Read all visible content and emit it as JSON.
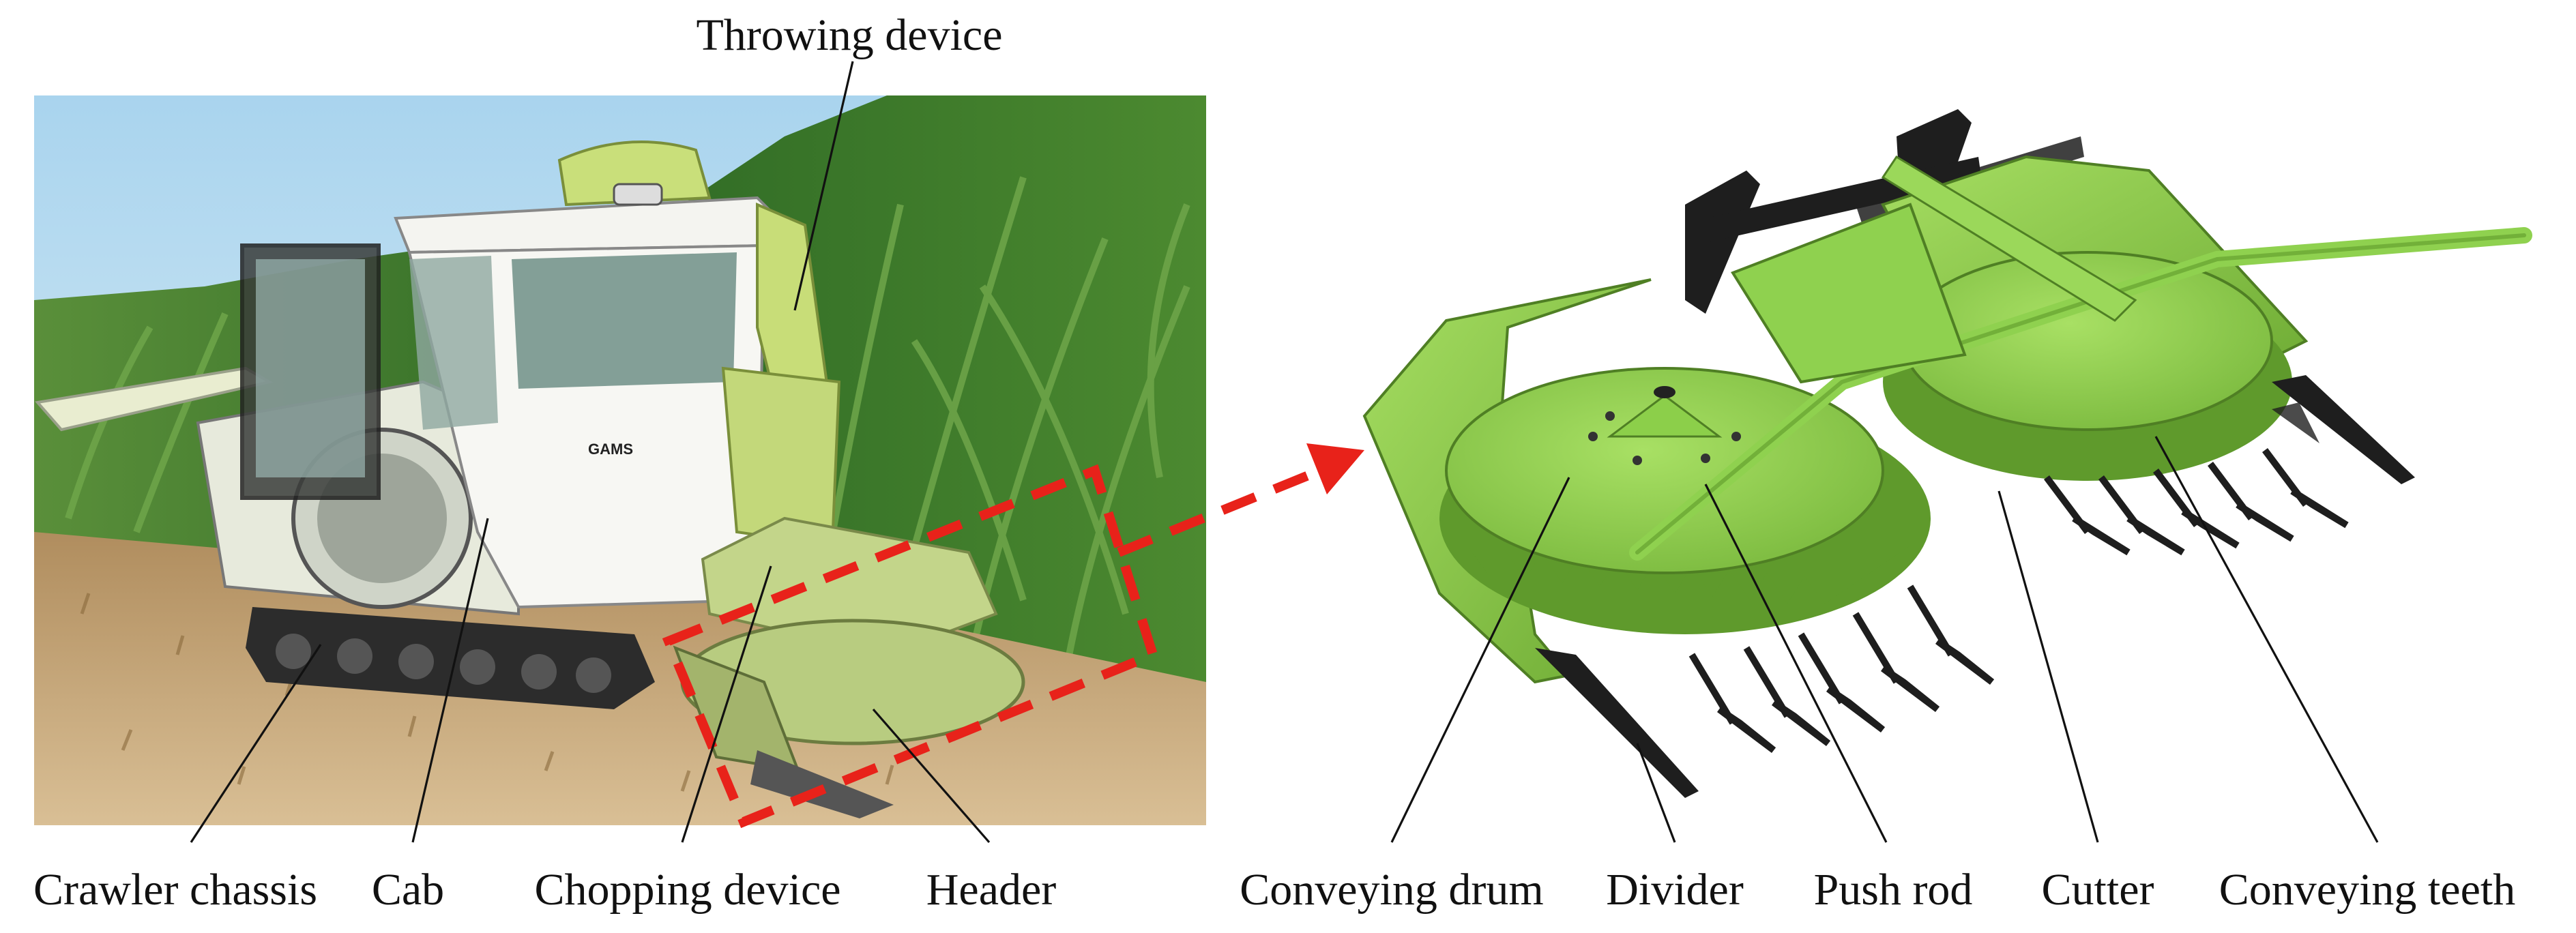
{
  "machine_labels": {
    "throwing_device": "Throwing device",
    "crawler_chassis": "Crawler chassis",
    "cab": "Cab",
    "chopping_device": "Chopping device",
    "header": "Header"
  },
  "header_labels": {
    "conveying_drum": "Conveying drum",
    "divider": "Divider",
    "push_rod": "Push rod",
    "cutter": "Cutter",
    "conveying_teeth": "Conveying teeth"
  },
  "cab_badge": "GAMS",
  "colors": {
    "callout": "#e8221a",
    "header_green": "#8fd14f",
    "header_green_dark": "#5f9a2c",
    "divider_black": "#1e1e1e",
    "corn_green": "#3f7a2a",
    "sky": "#bfe0f2",
    "field_soil": "#c9a77a"
  },
  "icons": [
    "callout-arrow",
    "dashed-box"
  ]
}
